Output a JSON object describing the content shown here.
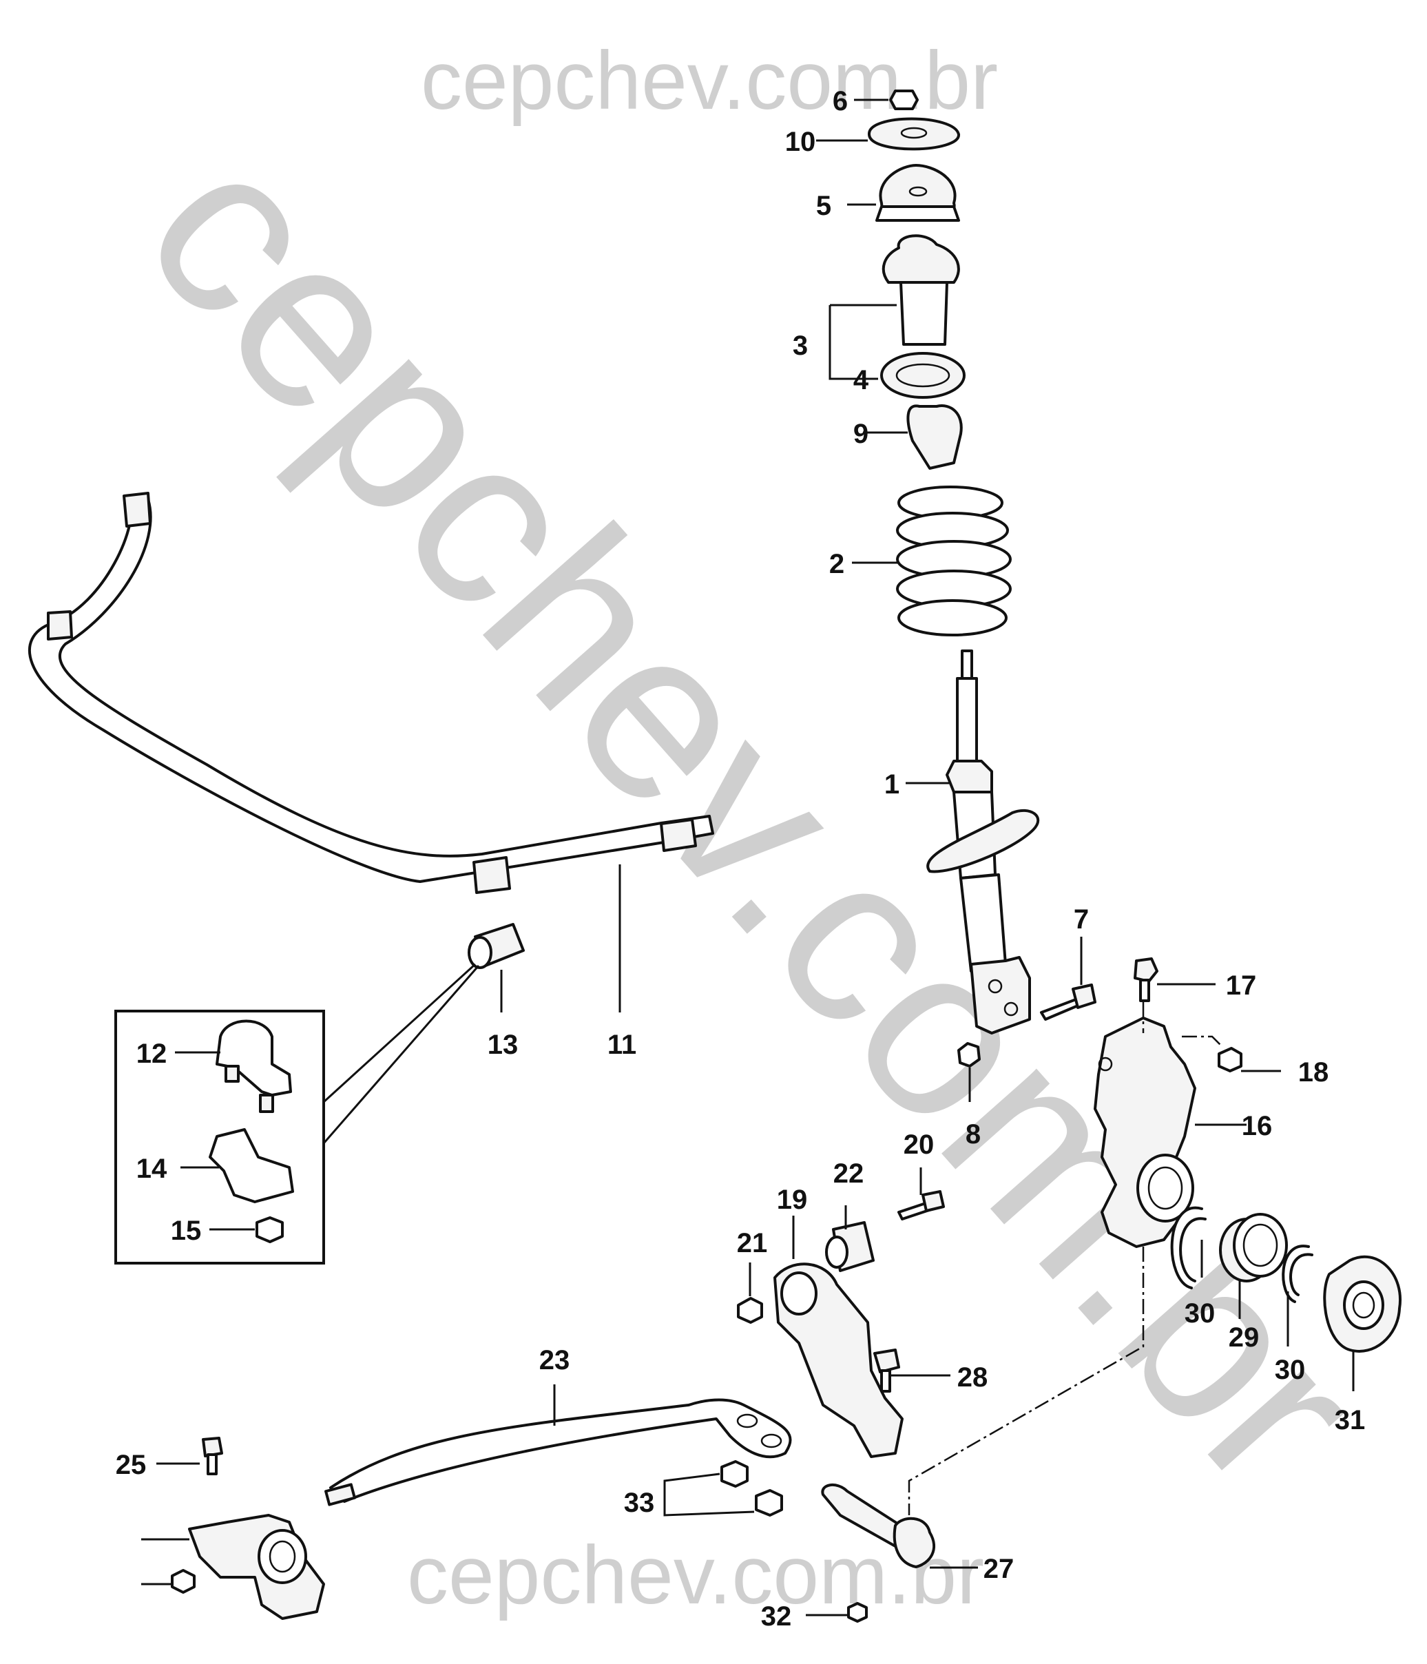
{
  "watermark": {
    "top": "cepchev.com.br",
    "diagonal": "cepchev.com.br",
    "bottom": "cepchev.com.br"
  },
  "callouts": {
    "c1": "1",
    "c2": "2",
    "c3": "3",
    "c4": "4",
    "c5": "5",
    "c6": "6",
    "c7": "7",
    "c8": "8",
    "c9": "9",
    "c10": "10",
    "c11": "11",
    "c12": "12",
    "c13": "13",
    "c14": "14",
    "c15": "15",
    "c16": "16",
    "c17": "17",
    "c18": "18",
    "c19": "19",
    "c20": "20",
    "c21": "21",
    "c22": "22",
    "c23": "23",
    "c25": "25",
    "c27": "27",
    "c28": "28",
    "c29": "29",
    "c30a": "30",
    "c30b": "30",
    "c31": "31",
    "c32": "32",
    "c33": "33"
  }
}
